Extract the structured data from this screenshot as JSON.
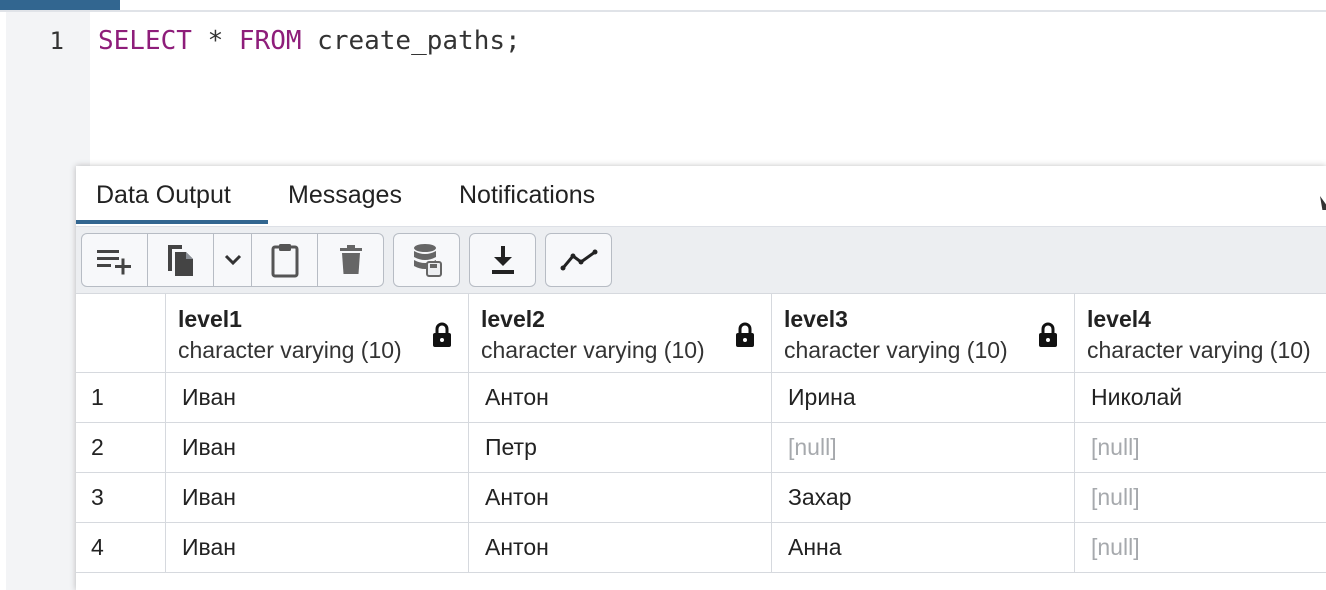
{
  "editor": {
    "line_number": "1",
    "tokens": [
      "SELECT",
      " * ",
      "FROM",
      " create_paths;"
    ]
  },
  "results": {
    "tabs": [
      {
        "label": "Data Output",
        "active": true
      },
      {
        "label": "Messages",
        "active": false
      },
      {
        "label": "Notifications",
        "active": false
      }
    ],
    "toolbar_icons": [
      "add-row-icon",
      "copy-icon",
      "chevron-down-icon",
      "paste-icon",
      "delete-icon",
      "save-data-icon",
      "download-icon",
      "graph-icon"
    ],
    "columns": [
      {
        "name": "level1",
        "type": "character varying (10)"
      },
      {
        "name": "level2",
        "type": "character varying (10)"
      },
      {
        "name": "level3",
        "type": "character varying (10)"
      },
      {
        "name": "level4",
        "type": "character varying (10)"
      }
    ],
    "rows": [
      {
        "num": "1",
        "cells": [
          "Иван",
          "Антон",
          "Ирина",
          "Николай"
        ]
      },
      {
        "num": "2",
        "cells": [
          "Иван",
          "Петр",
          "[null]",
          "[null]"
        ]
      },
      {
        "num": "3",
        "cells": [
          "Иван",
          "Антон",
          "Захар",
          "[null]"
        ]
      },
      {
        "num": "4",
        "cells": [
          "Иван",
          "Антон",
          "Анна",
          "[null]"
        ]
      }
    ]
  },
  "colors": {
    "accent": "#326690",
    "keyword": "#8e1d7a",
    "null_text": "#a6a9ad"
  }
}
